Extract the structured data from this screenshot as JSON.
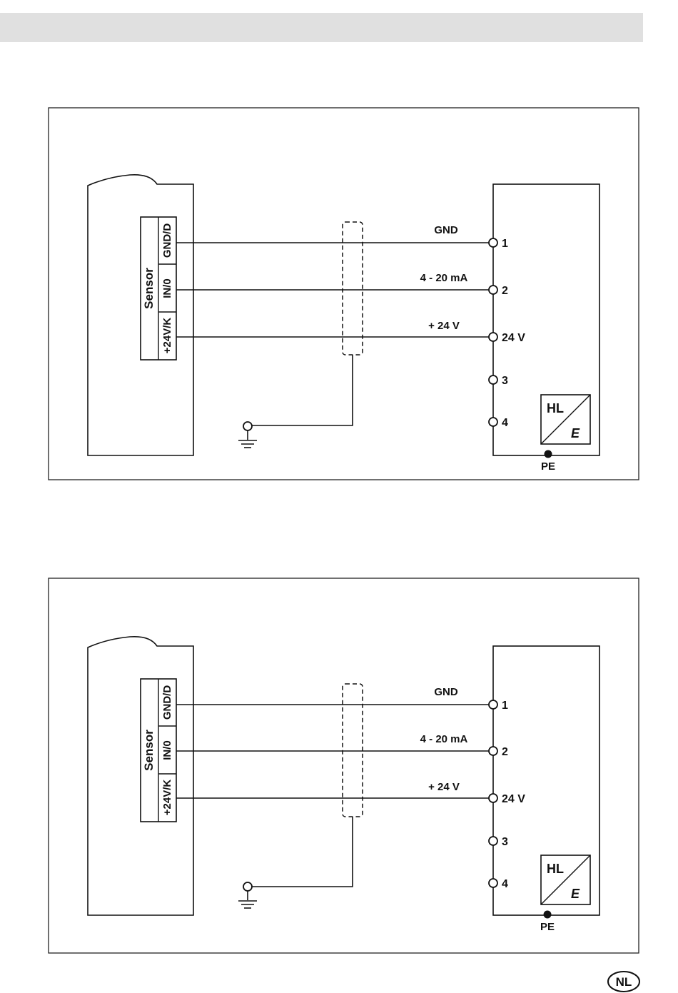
{
  "diagrams": [
    {
      "sensor": {
        "title": "Sensor",
        "pins": [
          "GND/D",
          "IN/0",
          "+24V/K"
        ]
      },
      "wires": [
        {
          "label": "GND",
          "terminal": "1"
        },
        {
          "label": "4 - 20 mA",
          "terminal": "2"
        },
        {
          "label": "+ 24 V",
          "terminal": "24 V"
        }
      ],
      "extra_terminals": [
        "3",
        "4"
      ],
      "device_symbol": {
        "top_text": "HL",
        "bottom_text": "E"
      },
      "pe_label": "PE"
    },
    {
      "sensor": {
        "title": "Sensor",
        "pins": [
          "GND/D",
          "IN/0",
          "+24V/K"
        ]
      },
      "wires": [
        {
          "label": "GND",
          "terminal": "1"
        },
        {
          "label": "4 - 20 mA",
          "terminal": "2"
        },
        {
          "label": "+ 24 V",
          "terminal": "24 V"
        }
      ],
      "extra_terminals": [
        "3",
        "4"
      ],
      "device_symbol": {
        "top_text": "HL",
        "bottom_text": "E"
      },
      "pe_label": "PE"
    }
  ],
  "footer": {
    "language_badge": "NL"
  }
}
